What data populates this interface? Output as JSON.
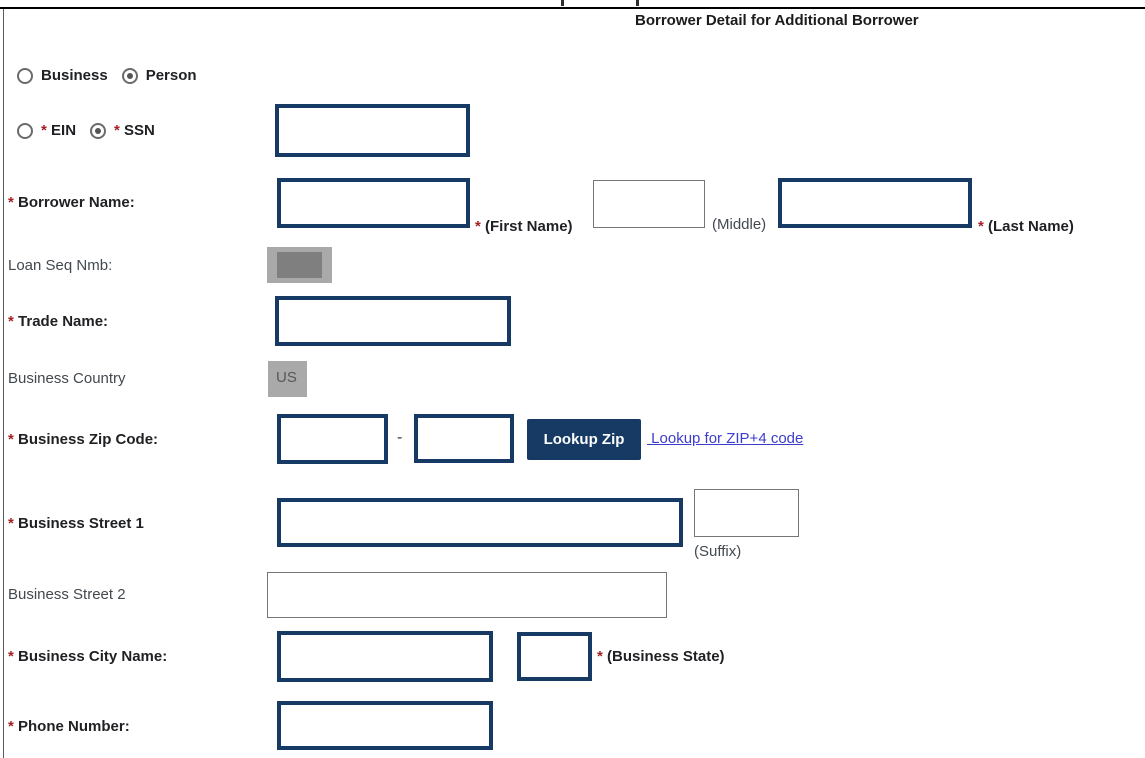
{
  "header": {
    "title": "Borrower Detail for Additional Borrower"
  },
  "required_marker": "*",
  "borrower_type": {
    "business_label": "Business",
    "person_label": "Person",
    "selected": "Person"
  },
  "tax_id": {
    "ein_label": "EIN",
    "ssn_label": "SSN",
    "selected": "SSN",
    "value": ""
  },
  "borrower_name": {
    "label": "Borrower Name:",
    "first_value": "",
    "first_hint": "(First Name)",
    "middle_value": "",
    "middle_hint": "(Middle)",
    "last_value": "",
    "last_hint": "(Last Name)"
  },
  "loan_seq": {
    "label": "Loan Seq Nmb:"
  },
  "trade_name": {
    "label": "Trade Name:",
    "value": ""
  },
  "business_country": {
    "label": "Business Country",
    "value": "US"
  },
  "business_zip": {
    "label": "Business Zip Code:",
    "zip5_value": "",
    "separator": "-",
    "zip4_value": "",
    "button_label": "Lookup Zip",
    "link_label": " Lookup for ZIP+4 code"
  },
  "business_street1": {
    "label": "Business Street 1",
    "value": "",
    "suffix_value": "",
    "suffix_hint": "(Suffix)"
  },
  "business_street2": {
    "label": "Business Street 2",
    "value": ""
  },
  "business_city": {
    "label": "Business City Name:",
    "value": "",
    "state_value": "",
    "state_hint": "(Business State)"
  },
  "phone": {
    "label": "Phone Number:",
    "value": ""
  },
  "colors": {
    "field_border_navy": "#173a64",
    "button_navy": "#173a64",
    "asterisk_red": "#a31e22",
    "link_blue": "#3d3dcc",
    "disabled_gray": "#a9a9a9",
    "redaction_gray": "#7f7f7f"
  }
}
